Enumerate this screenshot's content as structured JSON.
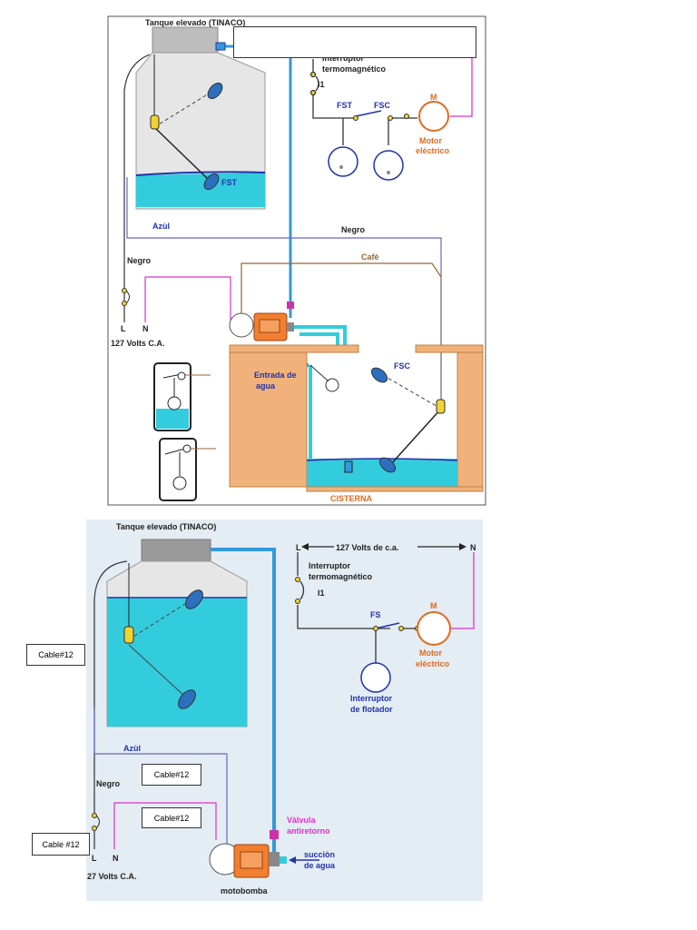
{
  "top_diagram": {
    "tank_title": "Tanque elevado (TINACO)",
    "breaker_label_1": "Interruptor",
    "breaker_label_2": "termomagnético",
    "breaker_id": "I1",
    "switch_fst": "FST",
    "switch_fsc": "FSC",
    "motor_letter": "M",
    "motor_label_1": "Motor",
    "motor_label_2": "eléctrico",
    "tank_float_label": "FST",
    "wire_azul": "Azùl",
    "wire_negro_1": "Negro",
    "wire_negro_2": "Negro",
    "wire_cafe": "Cafè",
    "terminal_l": "L",
    "terminal_n": "N",
    "voltage": "127 Volts C.A.",
    "inlet_label_1": "Entrada de",
    "inlet_label_2": "agua",
    "cistern_float_label": "FSC",
    "cistern_label": "CISTERNA"
  },
  "bottom_diagram": {
    "tank_title": "Tanque elevado (TINACO)",
    "voltage_l": "L",
    "voltage_range": "127 Volts de c.a.",
    "voltage_n": "N",
    "breaker_label_1": "Interruptor",
    "breaker_label_2": "termomagnético",
    "breaker_id": "I1",
    "switch_fs": "FS",
    "motor_letter": "M",
    "motor_label_1": "Motor",
    "motor_label_2": "eléctrico",
    "float_switch_label_1": "Interruptor",
    "float_switch_label_2": "de flotador",
    "wire_azul": "Azùl",
    "wire_negro": "Negro",
    "valve_label_1": "Vàlvula",
    "valve_label_2": "antiretorno",
    "suction_label_1": "succiòn",
    "suction_label_2": "de agua",
    "terminal_l": "L",
    "terminal_n": "N",
    "voltage": "27 Volts C.A.",
    "pump_label": "motobomba"
  },
  "callouts": {
    "cable_1": "Cable#12",
    "cable_2": "Cable#12",
    "cable_3": "Cable#12",
    "cable_4": "Cable #12"
  },
  "colors": {
    "water": "#33ccdd",
    "pipe": "#3399dd",
    "cistern": "#f0b27a",
    "motor": "#f08030",
    "tank": "#e6e6e6",
    "wire_azul": "#6666cc",
    "wire_cafe": "#996633",
    "wire_pink": "#dd33cc",
    "label_blue": "#2233aa",
    "label_orange": "#e06a20"
  }
}
